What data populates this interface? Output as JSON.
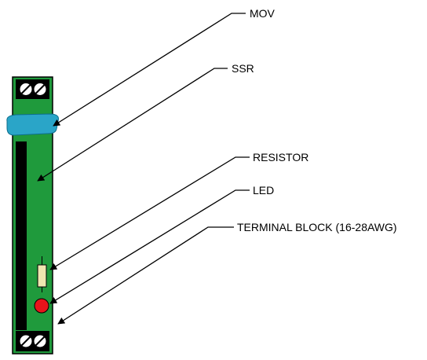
{
  "labels": {
    "mov": "MOV",
    "ssr": "SSR",
    "resistor": "RESISTOR",
    "led": "LED",
    "terminal_block": "TERMINAL BLOCK (16-28AWG)"
  },
  "colors": {
    "board": "#1f9a3c",
    "mov": "#2aa5c8",
    "ssr": "#000000",
    "resistor": "#eee6b0",
    "led": "#e8141b",
    "terminal": "#000000",
    "line": "#000000"
  }
}
